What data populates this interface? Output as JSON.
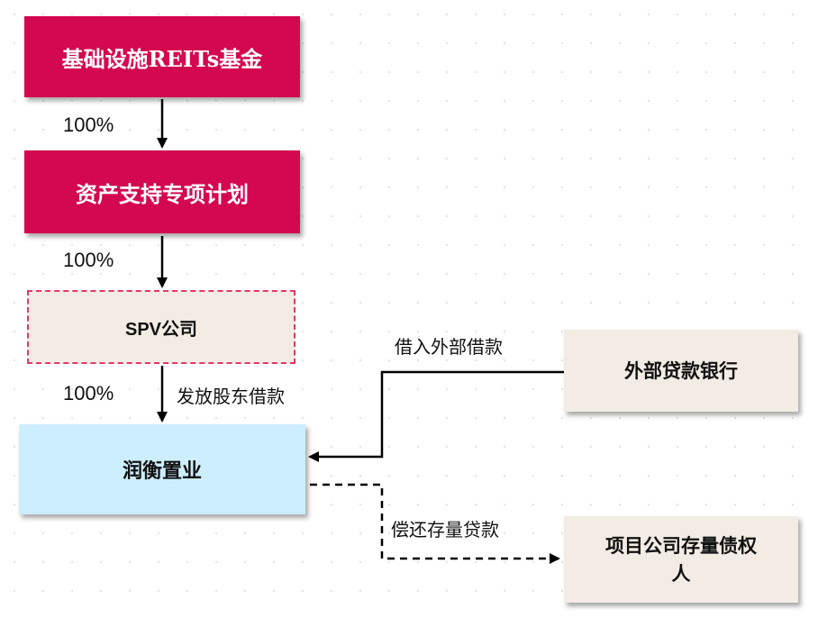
{
  "nodes": {
    "reits_fund": "基础设施REITs基金",
    "abs_plan": "资产支持专项计划",
    "spv": "SPV公司",
    "project": "润衡置业",
    "external_bank": "外部贷款银行",
    "creditor": "项目公司存量债权人"
  },
  "edges": {
    "fund_to_abs_pct": "100%",
    "abs_to_spv_pct": "100%",
    "spv_to_project_pct": "100%",
    "spv_to_project_label": "发放股东借款",
    "bank_to_project_label": "借入外部借款",
    "project_to_creditor_label": "偿还存量贷款"
  },
  "colors": {
    "red_box": "#d4084f",
    "spv_border": "#e4386a",
    "beige_box": "#f2ece4",
    "blue_box": "#cdeefd"
  }
}
